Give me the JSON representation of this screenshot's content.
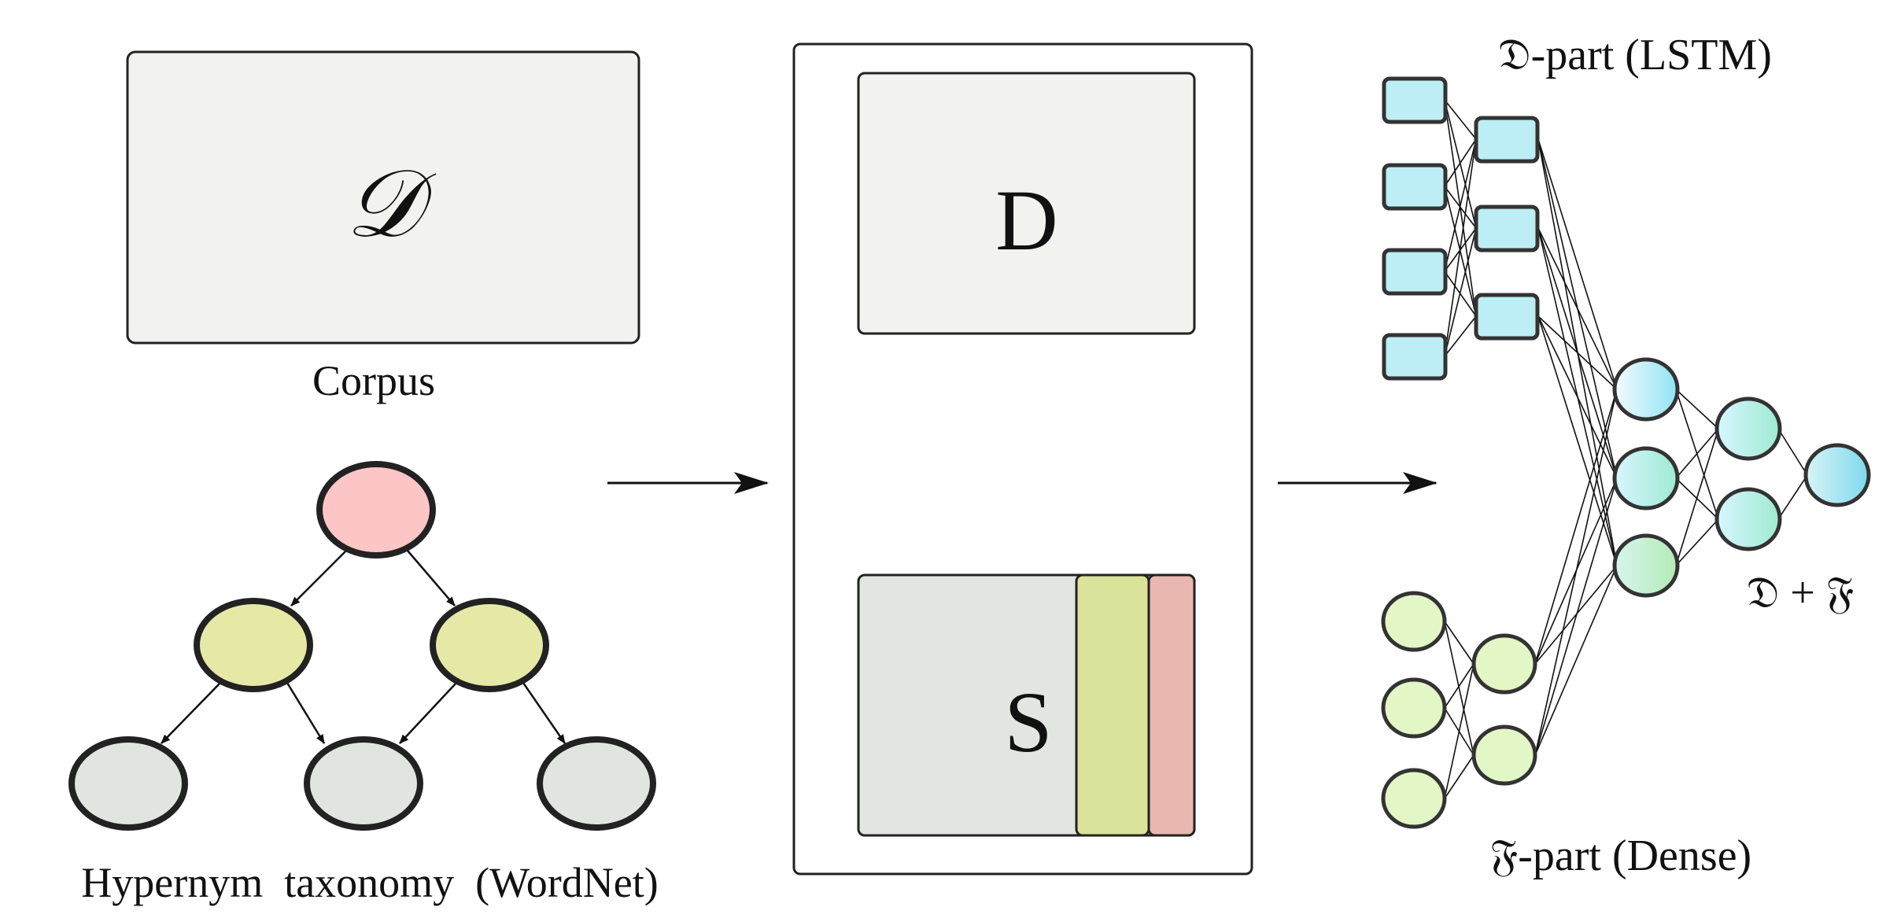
{
  "left": {
    "corpus_symbol": "𝒟",
    "corpus_caption": "Corpus",
    "taxonomy_caption": "Hypernym  taxonomy  (WordNet)"
  },
  "middle": {
    "d_label": "D",
    "s_label": "S"
  },
  "right": {
    "d_part_label": "𝔇-part (LSTM)",
    "f_part_label": "𝔉-part (Dense)",
    "combined_label": "𝔇 + 𝔉"
  },
  "colors": {
    "box_fill": "#f2f2ee",
    "taxonomy_root": "#fcc6c6",
    "taxonomy_mid": "#e6e9a6",
    "taxonomy_leaf": "#e0e5df",
    "s_main": "#e1e7e0",
    "s_band_green": "#dbe39a",
    "s_band_red": "#e9b7b0",
    "lstm_fill": "#bdeef6",
    "dense_fill": "#e3f6c6",
    "merge_fill": "#c9f0e4"
  }
}
